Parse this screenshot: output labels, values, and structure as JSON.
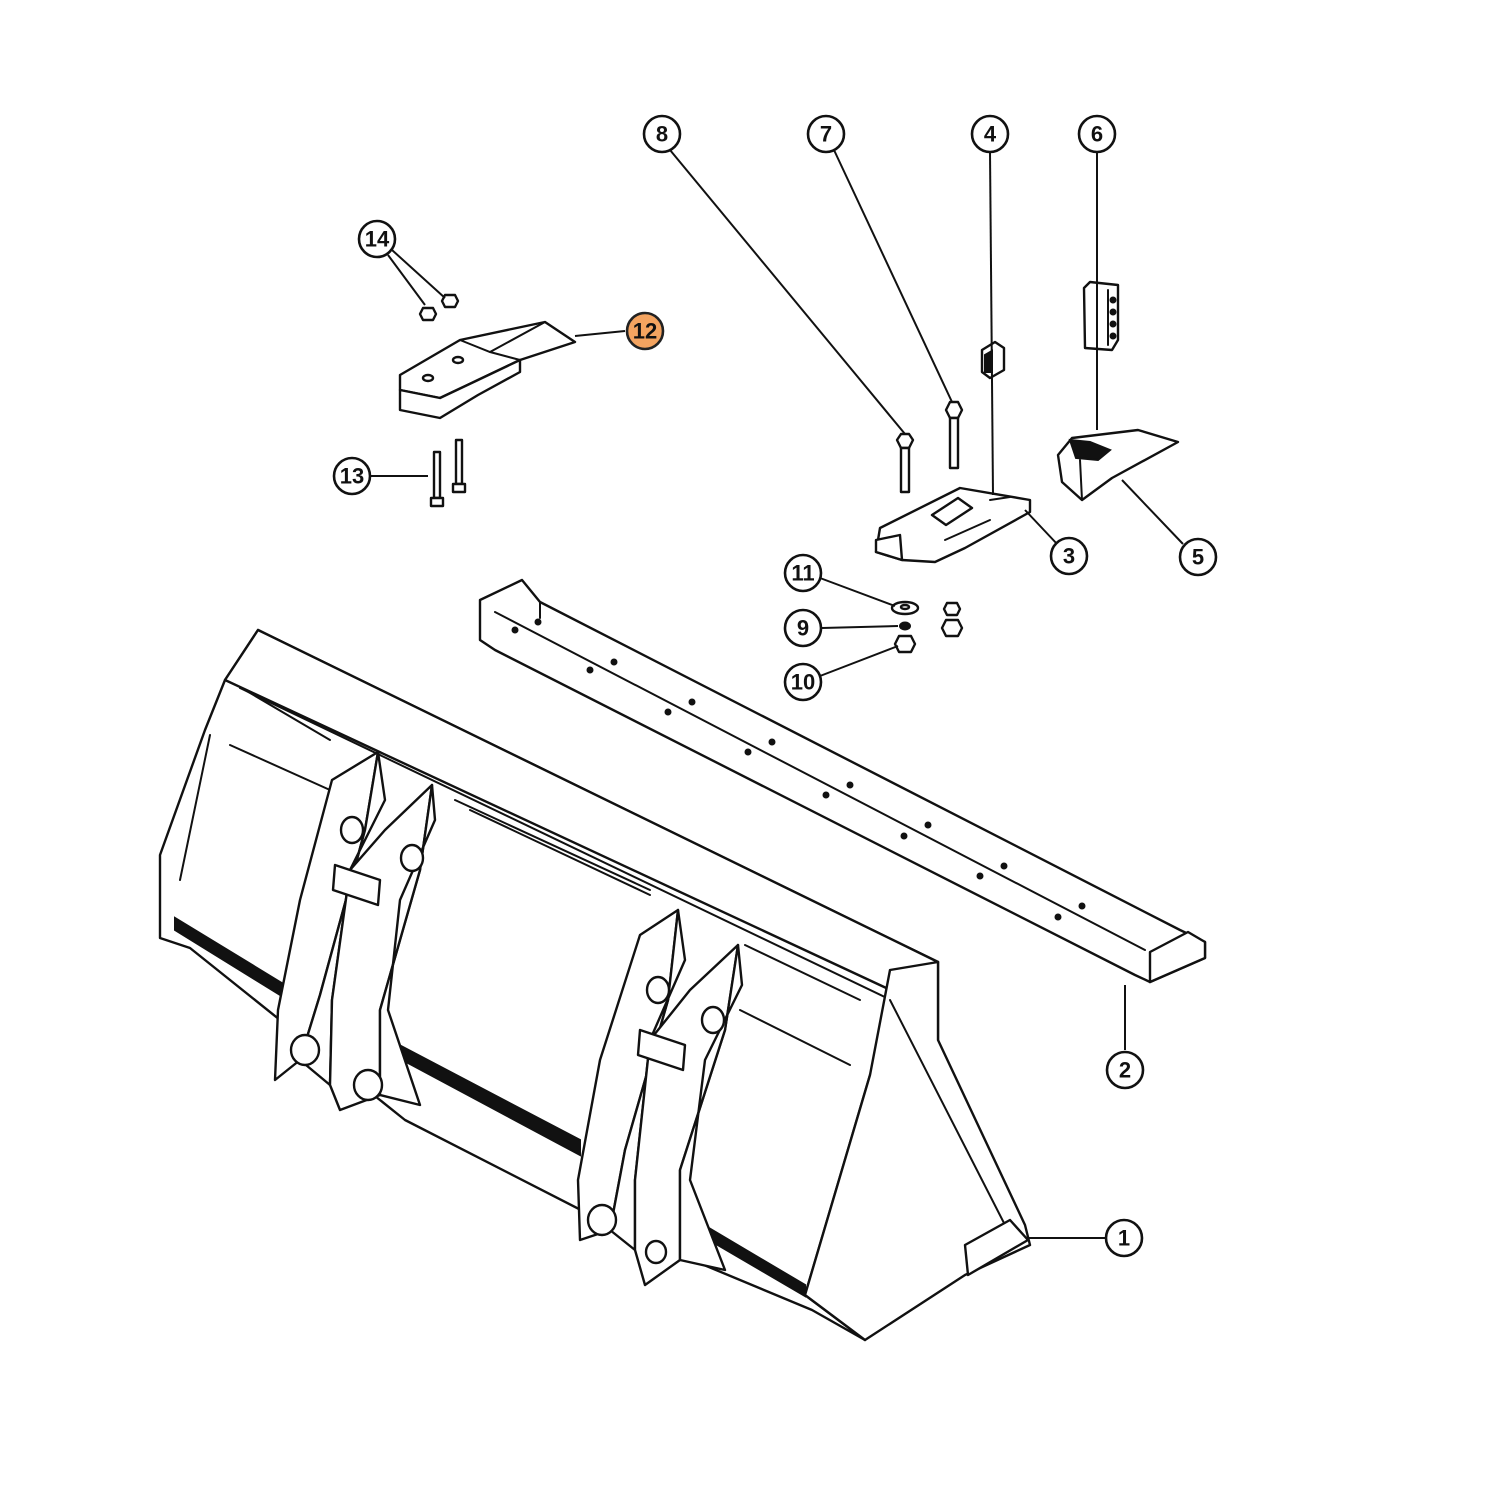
{
  "diagram": {
    "highlight_color": "#f4a460",
    "callouts": [
      {
        "id": "1",
        "label": "1",
        "highlighted": false
      },
      {
        "id": "2",
        "label": "2",
        "highlighted": false
      },
      {
        "id": "3",
        "label": "3",
        "highlighted": false
      },
      {
        "id": "4",
        "label": "4",
        "highlighted": false
      },
      {
        "id": "5",
        "label": "5",
        "highlighted": false
      },
      {
        "id": "6",
        "label": "6",
        "highlighted": false
      },
      {
        "id": "7",
        "label": "7",
        "highlighted": false
      },
      {
        "id": "8",
        "label": "8",
        "highlighted": false
      },
      {
        "id": "9",
        "label": "9",
        "highlighted": false
      },
      {
        "id": "10",
        "label": "10",
        "highlighted": false
      },
      {
        "id": "11",
        "label": "11",
        "highlighted": false
      },
      {
        "id": "12",
        "label": "12",
        "highlighted": true
      },
      {
        "id": "13",
        "label": "13",
        "highlighted": false
      },
      {
        "id": "14",
        "label": "14",
        "highlighted": false
      }
    ]
  }
}
